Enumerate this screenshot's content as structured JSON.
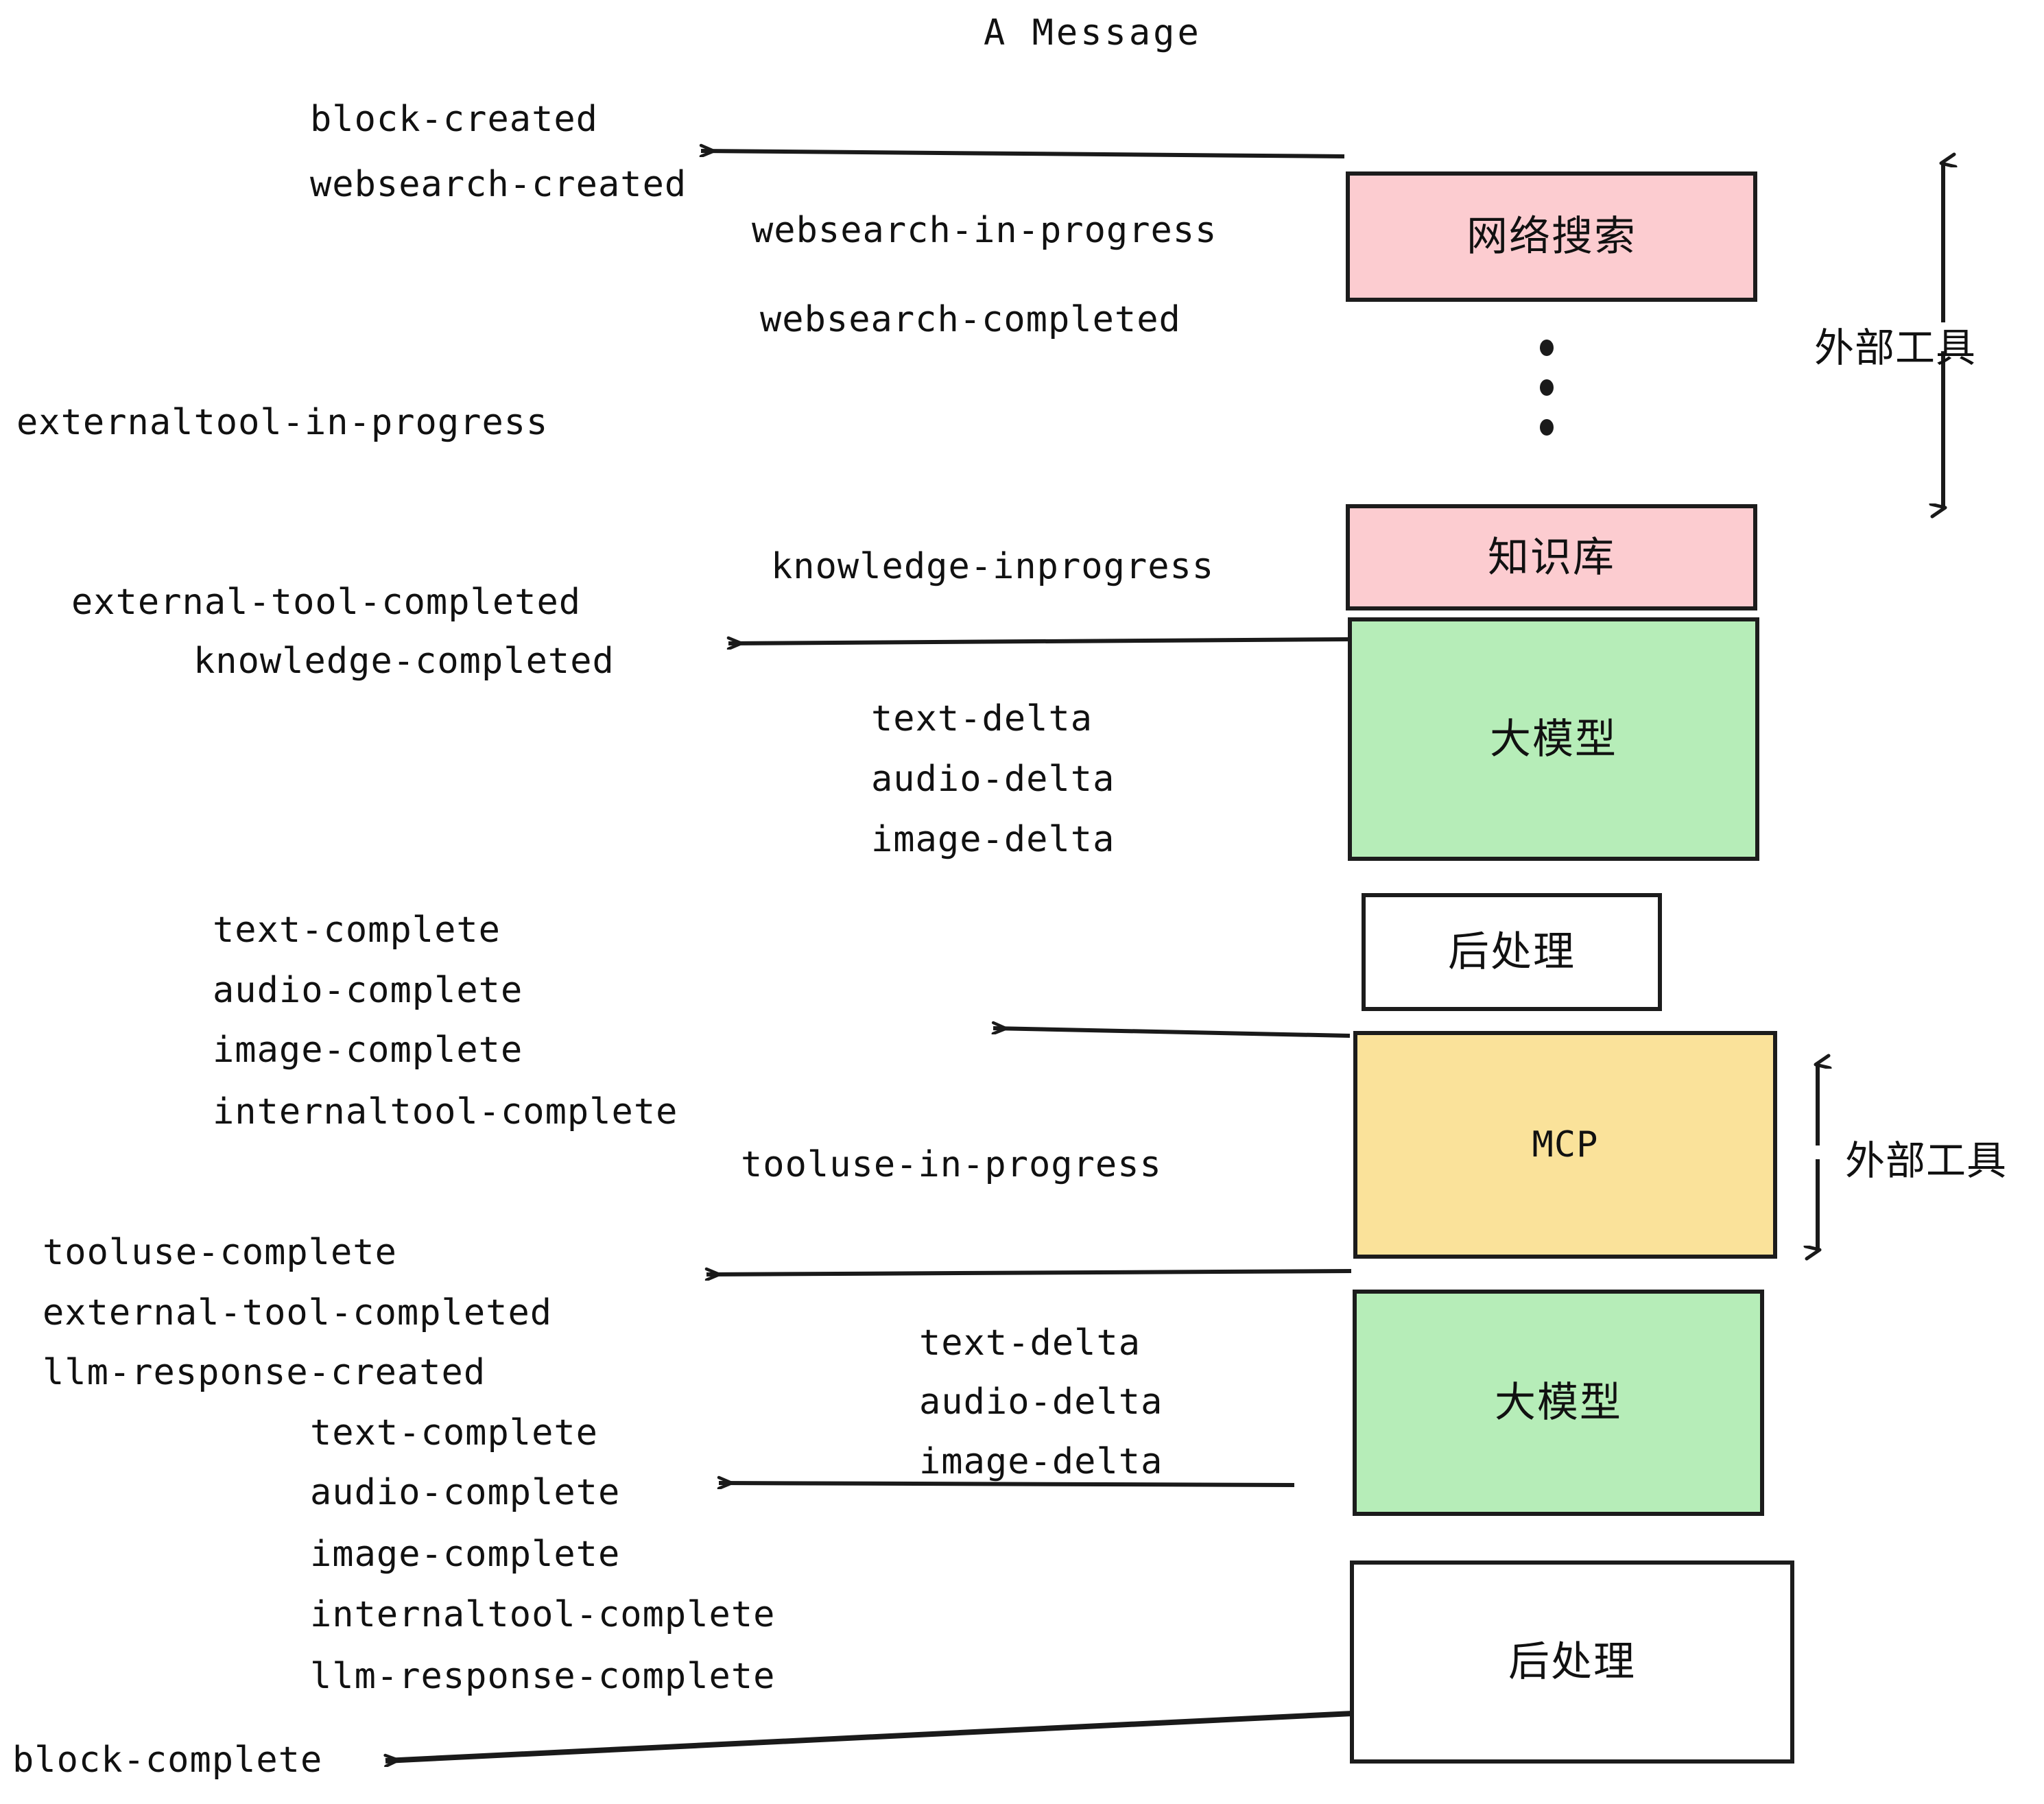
{
  "diagram": {
    "title": "A Message",
    "colors": {
      "pink": "#fcccd0",
      "green": "#b6edb8",
      "yellow": "#fae29a",
      "white": "#ffffff",
      "stroke": "#1c1c1c",
      "text": "#111111"
    },
    "nodes": [
      {
        "id": "websearch",
        "label": "网络搜索",
        "fill": "#fcccd0",
        "mono": false
      },
      {
        "id": "knowledge",
        "label": "知识库",
        "fill": "#fcccd0",
        "mono": false
      },
      {
        "id": "llm1",
        "label": "大模型",
        "fill": "#b6edb8",
        "mono": false
      },
      {
        "id": "post1",
        "label": "后处理",
        "fill": "#ffffff",
        "mono": false
      },
      {
        "id": "mcp",
        "label": "MCP",
        "fill": "#fae29a",
        "mono": true
      },
      {
        "id": "llm2",
        "label": "大模型",
        "fill": "#b6edb8",
        "mono": false
      },
      {
        "id": "post2",
        "label": "后处理",
        "fill": "#ffffff",
        "mono": false
      }
    ],
    "side_labels": [
      {
        "id": "external-tools-top",
        "text": "外部工具"
      },
      {
        "id": "external-tools-bottom",
        "text": "外部工具"
      }
    ],
    "events": {
      "block_created": "block-created",
      "websearch_created": "websearch-created",
      "websearch_in_progress": "websearch-in-progress",
      "websearch_completed": "websearch-completed",
      "externaltool_in_progress": "externaltool-in-progress",
      "knowledge_inprogress": "knowledge-inprogress",
      "external_tool_completed1": "external-tool-completed",
      "knowledge_completed": "knowledge-completed",
      "text_delta1": "text-delta",
      "audio_delta1": "audio-delta",
      "image_delta1": "image-delta",
      "text_complete1": "text-complete",
      "audio_complete1": "audio-complete",
      "image_complete1": "image-complete",
      "internaltool_complete1": "internaltool-complete",
      "tooluse_in_progress": "tooluse-in-progress",
      "tooluse_complete": "tooluse-complete",
      "external_tool_completed2": "external-tool-completed",
      "llm_response_created": "llm-response-created",
      "text_delta2": "text-delta",
      "audio_delta2": "audio-delta",
      "image_delta2": "image-delta",
      "text_complete2": "text-complete",
      "audio_complete2": "audio-complete",
      "image_complete2": "image-complete",
      "internaltool_complete2": "internaltool-complete",
      "llm_response_complete": "llm-response-complete",
      "block_complete": "block-complete"
    }
  }
}
